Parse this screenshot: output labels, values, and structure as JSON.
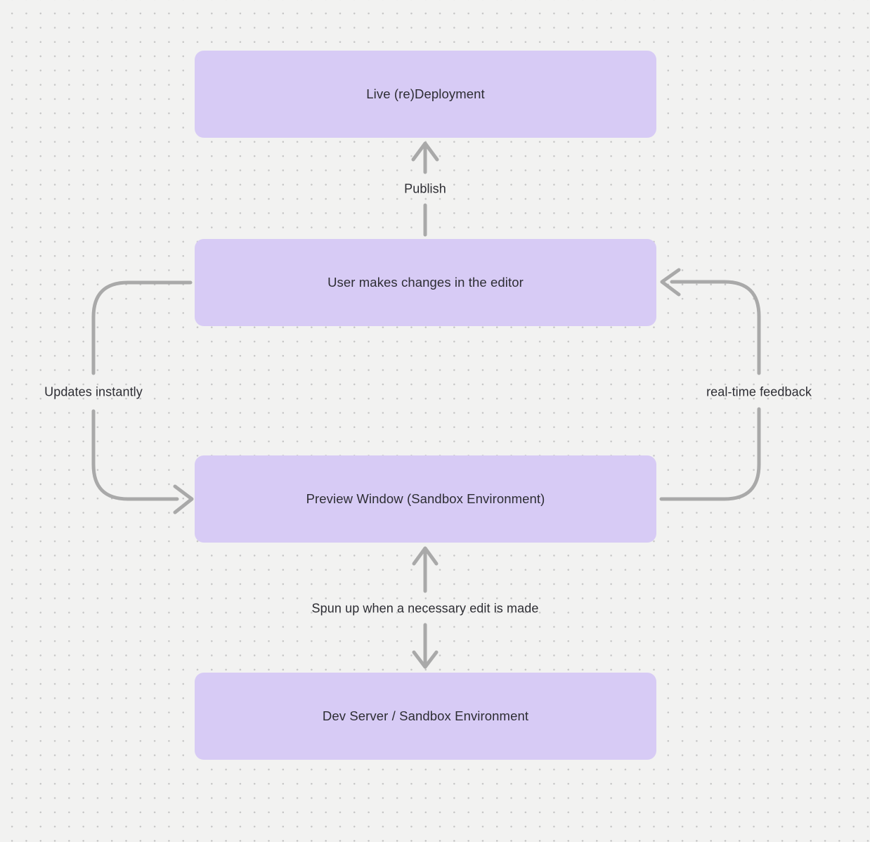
{
  "canvas": {
    "kind": "flowchart"
  },
  "colors": {
    "background": "#f2f2f1",
    "dot": "#c6c6c6",
    "node_fill": "#d7cbf5",
    "arrow": "#a9a9a9",
    "text": "#2d2d33"
  },
  "nodes": [
    {
      "id": "live-redeployment",
      "label": "Live (re)Deployment"
    },
    {
      "id": "user-changes",
      "label": "User makes changes in the editor"
    },
    {
      "id": "preview-window",
      "label": "Preview Window (Sandbox Environment)"
    },
    {
      "id": "dev-server",
      "label": "Dev Server / Sandbox Environment"
    }
  ],
  "edges": {
    "publish": {
      "label": "Publish",
      "from": "user-changes",
      "to": "live-redeployment"
    },
    "updates_instantly": {
      "label": "Updates instantly",
      "from": "user-changes",
      "to": "preview-window"
    },
    "realtime_feedback": {
      "label": "real-time feedback",
      "from": "preview-window",
      "to": "user-changes"
    },
    "spun_up": {
      "label": "Spun up when a necessary edit is made",
      "from": "dev-server",
      "to": "preview-window"
    }
  }
}
